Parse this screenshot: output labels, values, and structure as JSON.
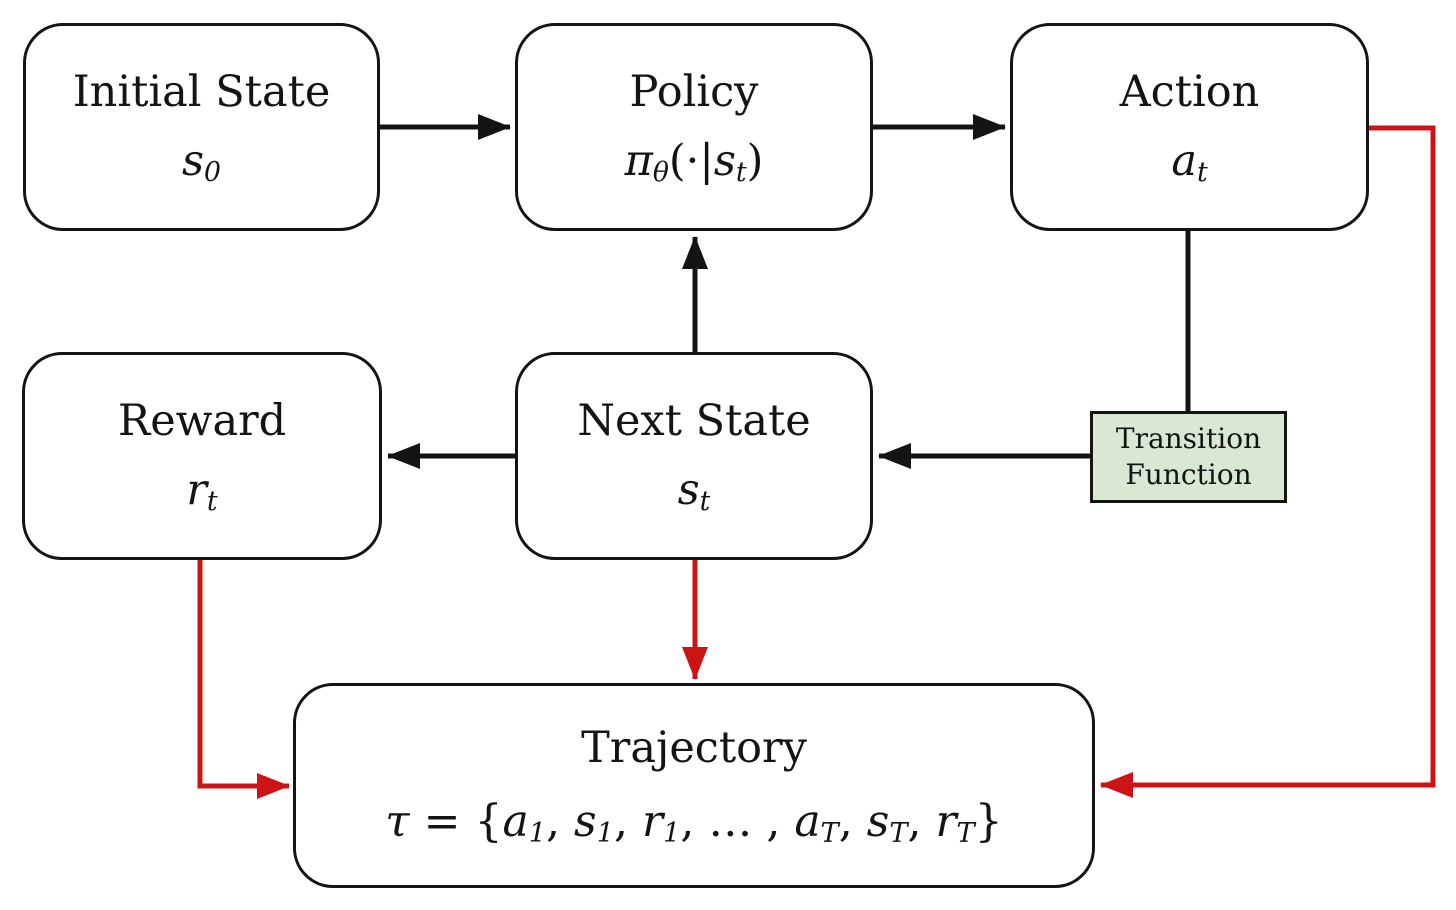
{
  "colors": {
    "line-black": "#141414",
    "arrow-red": "#cc1414",
    "transition-fill": "#d9e8d2",
    "box-fill": "#ffffff",
    "page-bg": "#ffffff"
  },
  "boxes": {
    "initial_state": {
      "title": "Initial State",
      "math": [
        {
          "t": "s",
          "it": true,
          "sub": "0"
        }
      ]
    },
    "policy": {
      "title": "Policy",
      "math": [
        {
          "t": "π",
          "it": true,
          "sub": "θ"
        },
        {
          "t": "(·|"
        },
        {
          "t": "s",
          "it": true,
          "sub": "t"
        },
        {
          "t": ")"
        }
      ]
    },
    "action": {
      "title": "Action",
      "math": [
        {
          "t": "a",
          "it": true,
          "sub": "t"
        }
      ]
    },
    "reward": {
      "title": "Reward",
      "math": [
        {
          "t": "r",
          "it": true,
          "sub": "t"
        }
      ]
    },
    "next_state": {
      "title": "Next State",
      "math": [
        {
          "t": "s",
          "it": true,
          "sub": "t"
        }
      ]
    },
    "transition": {
      "line1": "Transition",
      "line2": "Function"
    },
    "trajectory": {
      "title": "Trajectory",
      "math": [
        {
          "t": "τ",
          "it": true
        },
        {
          "t": " = {"
        },
        {
          "t": "a",
          "it": true,
          "sub": "1"
        },
        {
          "t": ", "
        },
        {
          "t": "s",
          "it": true,
          "sub": "1"
        },
        {
          "t": ", "
        },
        {
          "t": "r",
          "it": true,
          "sub": "1"
        },
        {
          "t": ", … , "
        },
        {
          "t": "a",
          "it": true,
          "sub": "T"
        },
        {
          "t": ", "
        },
        {
          "t": "s",
          "it": true,
          "sub": "T"
        },
        {
          "t": ", "
        },
        {
          "t": "r",
          "it": true,
          "sub": "T"
        },
        {
          "t": "}"
        }
      ]
    }
  },
  "edges": [
    {
      "from": "initial-state",
      "to": "policy",
      "color": "black"
    },
    {
      "from": "policy",
      "to": "action",
      "color": "black"
    },
    {
      "from": "next-state",
      "to": "policy",
      "color": "black"
    },
    {
      "from": "action",
      "to": "transition-function",
      "color": "black"
    },
    {
      "from": "transition-function",
      "to": "next-state",
      "color": "black"
    },
    {
      "from": "next-state",
      "to": "reward",
      "color": "black"
    },
    {
      "from": "reward",
      "to": "trajectory",
      "color": "red"
    },
    {
      "from": "next-state",
      "to": "trajectory",
      "color": "red"
    },
    {
      "from": "action",
      "to": "trajectory",
      "color": "red"
    }
  ]
}
